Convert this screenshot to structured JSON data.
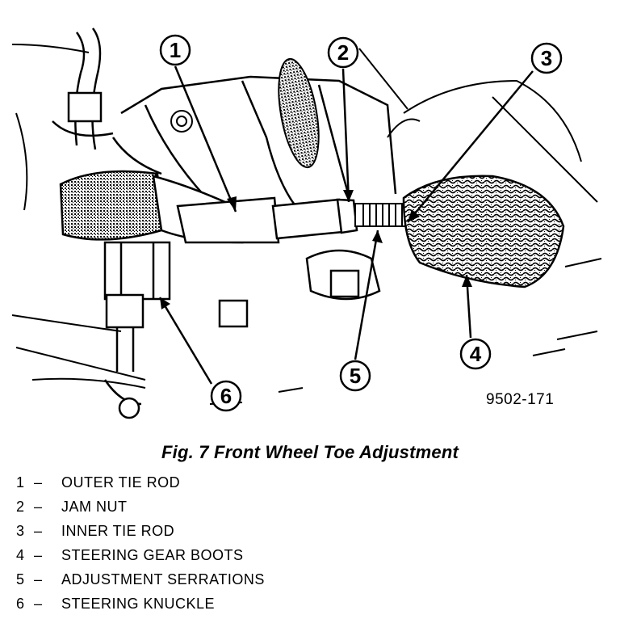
{
  "figure": {
    "code": "9502-171",
    "caption": "Fig. 7 Front Wheel Toe Adjustment"
  },
  "callouts": [
    "1",
    "2",
    "3",
    "4",
    "5",
    "6"
  ],
  "legend": [
    {
      "num": "1",
      "dash": "–",
      "text": "OUTER TIE ROD"
    },
    {
      "num": "2",
      "dash": "–",
      "text": "JAM NUT"
    },
    {
      "num": "3",
      "dash": "–",
      "text": "INNER TIE ROD"
    },
    {
      "num": "4",
      "dash": "–",
      "text": "STEERING GEAR BOOTS"
    },
    {
      "num": "5",
      "dash": "–",
      "text": "ADJUSTMENT SERRATIONS"
    },
    {
      "num": "6",
      "dash": "–",
      "text": "STEERING KNUCKLE"
    }
  ]
}
